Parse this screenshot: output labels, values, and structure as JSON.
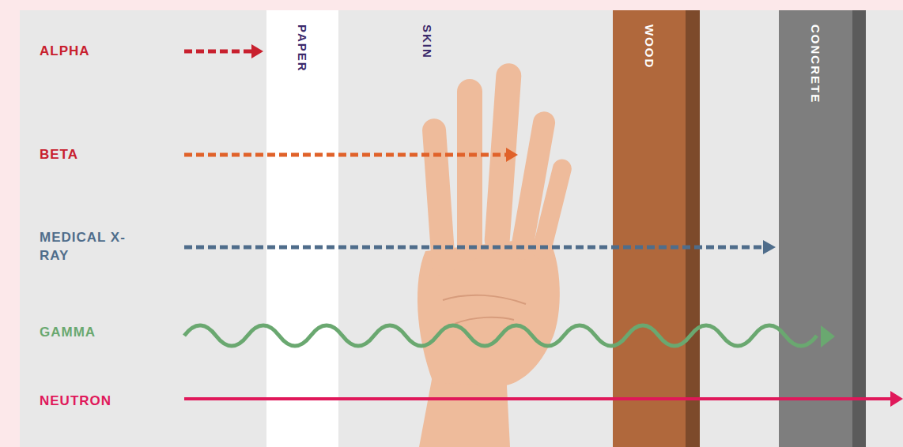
{
  "diagram": {
    "nodes": [
      {
        "text": [
          "PAPER"
        ]
      },
      {
        "text": [
          "WOOD"
        ]
      },
      {
        "text": [
          "CONCRETE"
        ]
      }
    ],
    "labels": [
      "ALPHA",
      "SKIN",
      "BETA",
      "MEDICAL X-RAY",
      "GAMMA",
      "NEUTRON"
    ]
  }
}
